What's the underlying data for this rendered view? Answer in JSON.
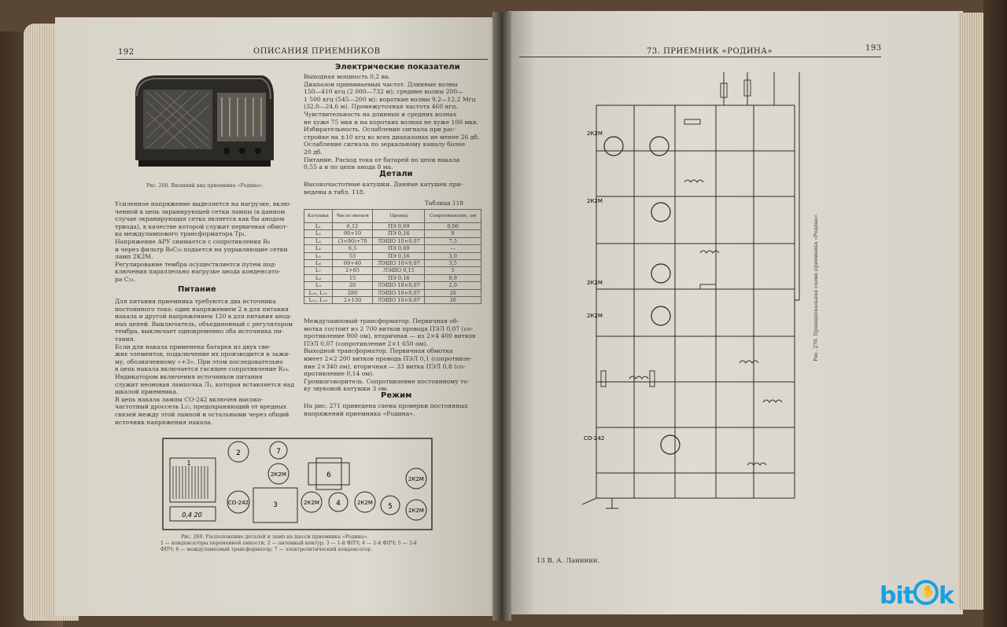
{
  "left_page": {
    "page_number": "192",
    "running_head": "ОПИСАНИЯ ПРИЕМНИКОВ",
    "figure_268_caption": "Рис. 268. Внешний вид приемника «Родина».",
    "left_column": [
      "Усиленное напряжение выделяется на нагрузке, вклю-",
      "ченной в цепь экранирующей сетки лампы (в данном",
      "случае экранирующая сетка является как бы анодом",
      "триода), в качестве которой служит первичная обмот-",
      "ка междулампового трансформатора Tp₁.",
      "Напряжение АРУ снимается с сопротивления R₈",
      "и через фильтр R₉C₂₉ подается на управляющие сетки",
      "ламп 2К2М.",
      "Регулирование тембра осуществляется путем под-",
      "ключения параллельно нагрузке анода конденсато-",
      "ра C₃₁."
    ],
    "section_power": "Питание",
    "power_text": [
      "Для питания приемника требуются два источника",
      "постоянного тока: один напряжением 2 в для питания",
      "накала и другой напряжением 120 в для питания анод-",
      "ных цепей. Выключатель, объединенный с регулятором",
      "тембра, выключает одновременно оба источника пи-",
      "тания.",
      "Если для накала применена батарея из двух све-",
      "жих элементов, подключение их производится к зажи-",
      "му, обозначенному «+3». При этом последовательно",
      "в цепь накала включается гасящее сопротивление R₁₄.",
      "Индикатором включения источников питания",
      "служит неоновая лампочка Л₁, которая вставляется над",
      "шкалой приемника.",
      "В цепь накала лампы СО-242 включен высоко-",
      "частотный дроссель L₁₅, предохраняющий от вредных",
      "связей между этой лампой и остальными через общий",
      "источник напряжения накала."
    ],
    "section_electrical": "Электрические показатели",
    "electrical_text": [
      "Выходная мощность 0,2 ва.",
      "Диапазон принимаемых частот. Длинные волны",
      "150—410 кгц (2 000—732 м); средние волны 200—",
      "1 500 кгц (545—200 м); короткие волны 9,2—12,2 Мгц",
      "(32,0—24,6 м). Промежуточная частота 460 кгц.",
      "Чувствительность на длинных и средних волнах",
      "не хуже 75 мкв и на коротких волнах не хуже 100 мкв.",
      "Избирательность. Ослабление сигнала при рас-",
      "стройке на ±10 кгц во всех диапазонах не менее 26 дб.",
      "Ослабление сигнала по зеркальному каналу более",
      "20 дб.",
      "Питание. Расход тока от батарей по цепи накала",
      "0,55 а и по цепи анода 8 ма."
    ],
    "section_parts": "Детали",
    "parts_text": [
      "Высокочастотные катушки. Данные катушек при-",
      "ведены в табл. 118."
    ],
    "table_name": "Таблица 118",
    "table": {
      "headers": [
        "Катушка",
        "Число витков",
        "Провод",
        "Сопротивление, ом"
      ],
      "rows": [
        [
          "L₁",
          "6,12",
          "ПЭ 0,69",
          "0,06"
        ],
        [
          "L₂",
          "90+10",
          "ПЭ 0,16",
          "9"
        ],
        [
          "L₃",
          "(3×90)+70",
          "ЛЭШО 10×0,07",
          "7,5"
        ],
        [
          "L₄",
          "6,5",
          "ПЭ 0,69",
          "—"
        ],
        [
          "L₅",
          "53",
          "ПЭ 0,16",
          "3,0"
        ],
        [
          "L₆",
          "60+40",
          "ЛЭШО 10×0,07",
          "3,5"
        ],
        [
          "L₇",
          "2+65",
          "ЛЭШО 0,15",
          "5"
        ],
        [
          "L₈",
          "15",
          "ПЭ 0,16",
          "0,9"
        ],
        [
          "L₉",
          "20",
          "ЛЭШО 10×0,07",
          "2,0"
        ],
        [
          "L₁₀, L₁₂",
          "280",
          "ЛЭШО 10×0,07",
          "20"
        ],
        [
          "L₁₁, L₁₃",
          "2×130",
          "ЛЭШО 10×0,07",
          "20"
        ]
      ]
    },
    "transformer_text": [
      "Междуламповый трансформатор. Первичная об-",
      "мотка состоит из 2 700 витков провода ПЭЛ 0,07 (со-",
      "противление 900 ом), вторичная — из 2×4 400 витков",
      "ПЭЛ 0,07 (сопротивление 2×1 650 ом).",
      "Выходной трансформатор. Первичная обмотка",
      "имеет 2×2 200 витков провода ПЭЛ 0,1 (сопротивле-",
      "ние 2×340 ом), вторичная — 33 витка ПЭЛ 0,8 (со-",
      "противление 0,14 ом).",
      "Громкоговоритель. Сопротивление постоянному то-",
      "ку звуковой катушки 3 ом."
    ],
    "section_mode": "Режим",
    "mode_text": [
      "На рис. 271 приведена схема проверки постоянных",
      "напряжений приемника «Родина»."
    ],
    "layout_labels": {
      "tube_a": "2К2М",
      "tube_b": "2К2М",
      "tube_c": "2К2М",
      "tube_d": "2К2М",
      "tube_e": "2К2М",
      "tube_so": "СО-242",
      "n1": "1",
      "n2": "2",
      "n3": "3",
      "n4": "4",
      "n5": "5",
      "n6": "6",
      "n7": "7",
      "scale_text": "0,4 20"
    },
    "figure_269_caption": [
      "Рис. 269. Расположение деталей и ламп на шасси приемника «Родина».",
      "1 — конденсаторы переменной емкости; 2 — антенный контур; 3 — 1-й ФПЧ; 4 — 2-й ФПЧ; 5 — 3-й",
      "ФПЧ; 6 — междуламповый трансформатор; 7 — электролитический конденсатор."
    ]
  },
  "right_page": {
    "page_number": "193",
    "running_head": "73. ПРИЕМНИК «РОДИНА»",
    "figure_270_caption": "Рис. 270. Принципиальная схема приемника «Родина».",
    "schematic_labels": {
      "tube1": "2К2М",
      "tube2": "2К2М",
      "tube3": "2К2М",
      "tube4": "2К2М",
      "tube5": "СО-242"
    },
    "footer": "13 В. А. Ланинин."
  },
  "watermark": {
    "text_left": "bit",
    "text_right": "k",
    "color": "#1aa0e0",
    "icon": "hand-o-icon"
  }
}
